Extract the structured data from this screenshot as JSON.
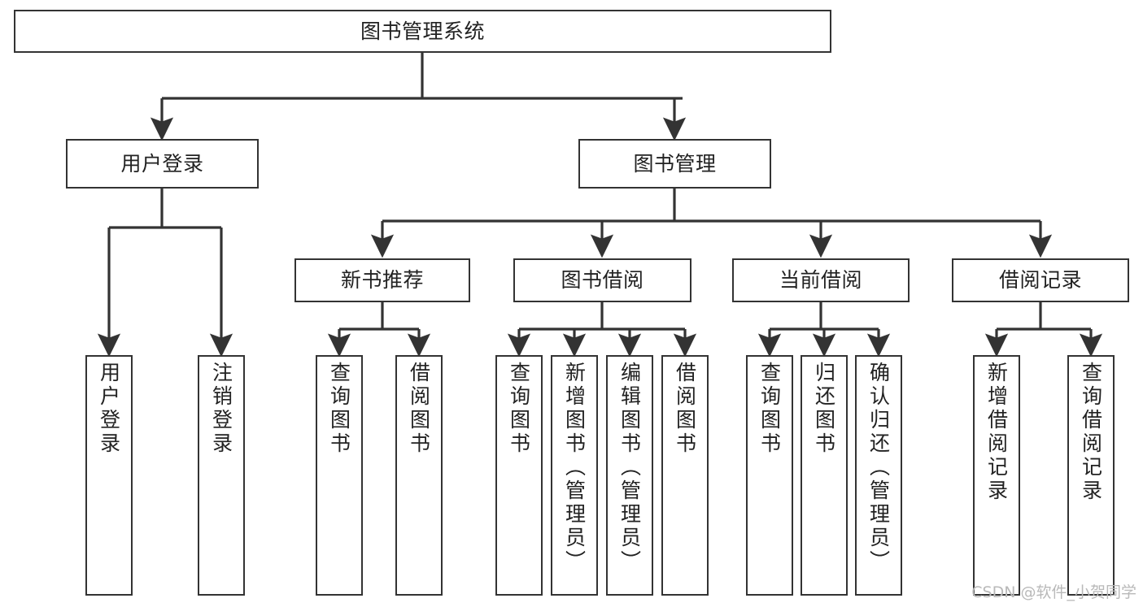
{
  "diagram": {
    "title": "图书管理系统",
    "type": "hierarchy-tree",
    "root": {
      "id": "root",
      "label": "图书管理系统"
    },
    "level2": [
      {
        "id": "user-login",
        "label": "用户登录"
      },
      {
        "id": "book-manage",
        "label": "图书管理"
      }
    ],
    "level3": [
      {
        "id": "new-book-rec",
        "label": "新书推荐",
        "parent": "book-manage"
      },
      {
        "id": "book-borrow",
        "label": "图书借阅",
        "parent": "book-manage"
      },
      {
        "id": "current-borrow",
        "label": "当前借阅",
        "parent": "book-manage"
      },
      {
        "id": "borrow-record",
        "label": "借阅记录",
        "parent": "book-manage"
      }
    ],
    "leaves": {
      "user-login": [
        {
          "id": "leaf-user-login",
          "label": "用户登录"
        },
        {
          "id": "leaf-logout",
          "label": "注销登录"
        }
      ],
      "new-book-rec": [
        {
          "id": "leaf-query-book-1",
          "label": "查询图书"
        },
        {
          "id": "leaf-borrow-book-1",
          "label": "借阅图书"
        }
      ],
      "book-borrow": [
        {
          "id": "leaf-query-book-2",
          "label": "查询图书"
        },
        {
          "id": "leaf-add-book",
          "label": "新增图书（管理员）"
        },
        {
          "id": "leaf-edit-book",
          "label": "编辑图书（管理员）"
        },
        {
          "id": "leaf-borrow-book-2",
          "label": "借阅图书"
        }
      ],
      "current-borrow": [
        {
          "id": "leaf-query-book-3",
          "label": "查询图书"
        },
        {
          "id": "leaf-return-book",
          "label": "归还图书"
        },
        {
          "id": "leaf-confirm-return",
          "label": "确认归还（管理员）"
        }
      ],
      "borrow-record": [
        {
          "id": "leaf-add-record",
          "label": "新增借阅记录"
        },
        {
          "id": "leaf-query-record",
          "label": "查询借阅记录"
        }
      ]
    }
  },
  "watermark": {
    "text": "CSDN @软件_小贺同学"
  },
  "colors": {
    "border": "#333333",
    "background": "#ffffff",
    "text": "#222222",
    "edge": "#333333",
    "watermark": "#b9b9b9"
  }
}
